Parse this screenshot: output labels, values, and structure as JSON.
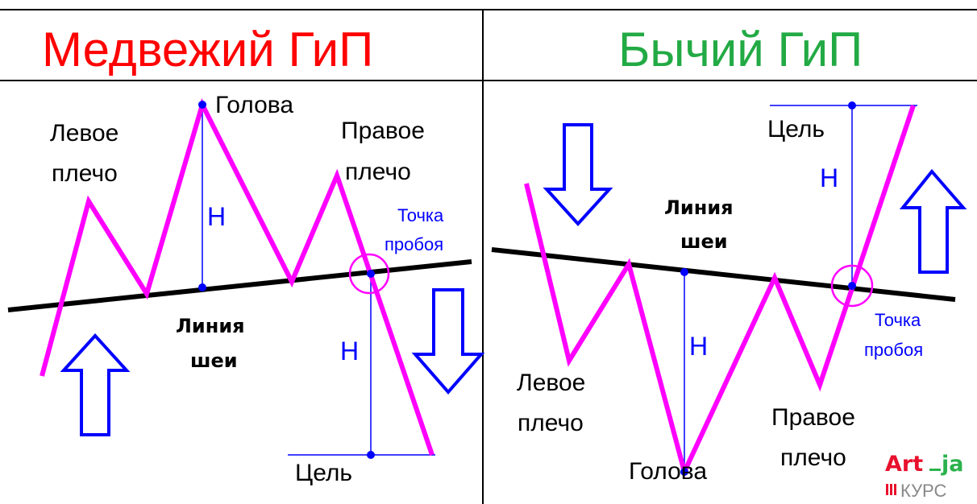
{
  "colors": {
    "bearish_title": "#ff0000",
    "bullish_title": "#22aa44",
    "price_line": "#ff00ff",
    "neckline": "#000000",
    "arrow": "#0000ff",
    "measure": "#0000ff",
    "logo_red": "#e8112d",
    "logo_green": "#2bb24c",
    "logo_gray": "#888888"
  },
  "bearish": {
    "title": "Медвежий ГиП",
    "left_shoulder": [
      "Левое",
      "плечо"
    ],
    "head": "Голова",
    "right_shoulder": [
      "Правое",
      "плечо"
    ],
    "neckline": [
      "Линия",
      "шеи"
    ],
    "breakout": [
      "Точка",
      "пробоя"
    ],
    "height": "H",
    "target": "Цель",
    "trend_arrows": [
      "up-arrow-icon",
      "down-arrow-icon"
    ]
  },
  "bullish": {
    "title": "Бычий ГиП",
    "left_shoulder": [
      "Левое",
      "плечо"
    ],
    "head": "Голова",
    "right_shoulder": [
      "Правое",
      "плечо"
    ],
    "neckline": [
      "Линия",
      "шеи"
    ],
    "breakout": [
      "Точка",
      "пробоя"
    ],
    "height": "H",
    "target": "Цель",
    "trend_arrows": [
      "down-arrow-icon",
      "up-arrow-icon"
    ]
  },
  "logo": {
    "part1": "Art",
    "part2": "ja",
    "subtitle": "КУРС"
  }
}
